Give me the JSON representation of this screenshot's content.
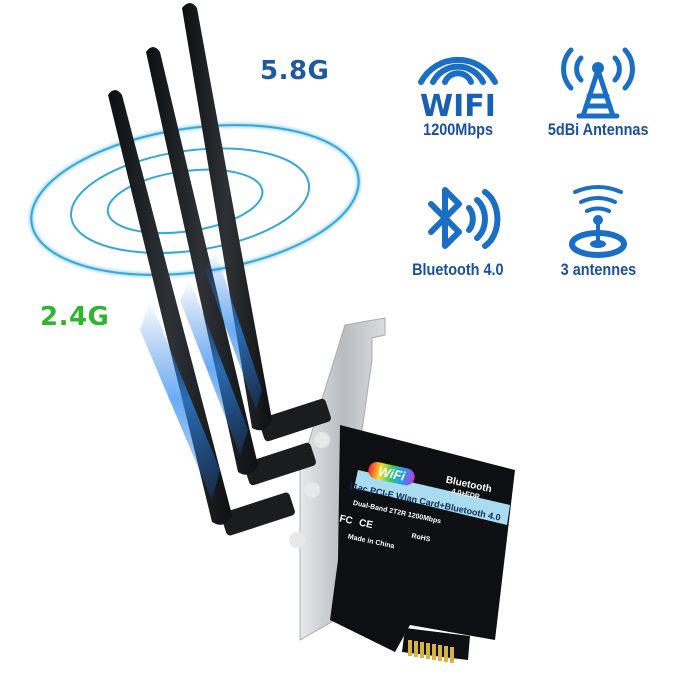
{
  "image": {
    "description": "PCI-E WiFi + Bluetooth card product photo with three antennas",
    "colors": {
      "icon_blue": "#1a6fc4",
      "label_blue": "#1a4f9c",
      "band_58_color": "#1d5a9e",
      "band_24_color": "#2fb52f",
      "signal_ring": "#35a8d8",
      "antenna": "#1e2022",
      "card_pcb": "#0e0f12",
      "bracket": "#c9ccd0",
      "gold_contacts": "#d7b442"
    }
  },
  "bands": {
    "high": "5.8G",
    "low": "2.4G"
  },
  "features": [
    {
      "icon": "wifi-icon",
      "label": "1200Mbps"
    },
    {
      "icon": "antenna-tower-icon",
      "label": "5dBi Antennas"
    },
    {
      "icon": "bluetooth-icon",
      "label": "Bluetooth 4.0"
    },
    {
      "icon": "antenna-signal-icon",
      "label": "3 antennes"
    }
  ],
  "card_label": {
    "wifi_logo": "WiFi",
    "bluetooth_title": "Bluetooth",
    "bluetooth_version": "4.0+EDR",
    "product_line": "11ac PCI-E Wlan Card+Bluetooth 4.0",
    "spec_line": "Dual-Band 2T2R 1200Mbps",
    "cert_fc": "FC",
    "cert_ce": "CE",
    "cert_rohs": "RoHS",
    "origin": "Made in China"
  }
}
